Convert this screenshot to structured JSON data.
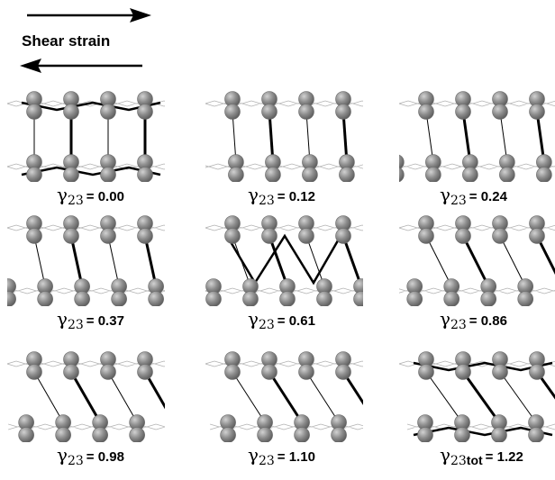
{
  "header": {
    "title": "Shear strain",
    "arrow_top_direction": "right",
    "arrow_bottom_direction": "left"
  },
  "colors": {
    "atom": "#8c8c8c",
    "atom_highlight": "#d2d2d2",
    "atom_outline": "#6a6a6a",
    "bond": "#000000",
    "lattice": "#b4b4b4"
  },
  "panels": [
    {
      "symbol": "γ",
      "subscript": "23",
      "subscript_bold": "",
      "equals": "=",
      "value": "0.00",
      "shear": 0.0
    },
    {
      "symbol": "γ",
      "subscript": "23",
      "subscript_bold": "",
      "equals": "=",
      "value": "0.12",
      "shear": 0.12
    },
    {
      "symbol": "γ",
      "subscript": "23",
      "subscript_bold": "",
      "equals": "=",
      "value": "0.24",
      "shear": 0.24
    },
    {
      "symbol": "γ",
      "subscript": "23",
      "subscript_bold": "",
      "equals": "=",
      "value": "0.37",
      "shear": 0.37
    },
    {
      "symbol": "γ",
      "subscript": "23",
      "subscript_bold": "",
      "equals": "=",
      "value": "0.61",
      "shear": 0.61
    },
    {
      "symbol": "γ",
      "subscript": "23",
      "subscript_bold": "",
      "equals": "=",
      "value": "0.86",
      "shear": 0.86
    },
    {
      "symbol": "γ",
      "subscript": "23",
      "subscript_bold": "",
      "equals": "=",
      "value": "0.98",
      "shear": 0.98
    },
    {
      "symbol": "γ",
      "subscript": "23",
      "subscript_bold": "",
      "equals": "=",
      "value": "1.10",
      "shear": 1.1
    },
    {
      "symbol": "γ",
      "subscript": "23",
      "subscript_bold": "tot",
      "equals": "=",
      "value": "1.22",
      "shear": 1.22
    }
  ]
}
